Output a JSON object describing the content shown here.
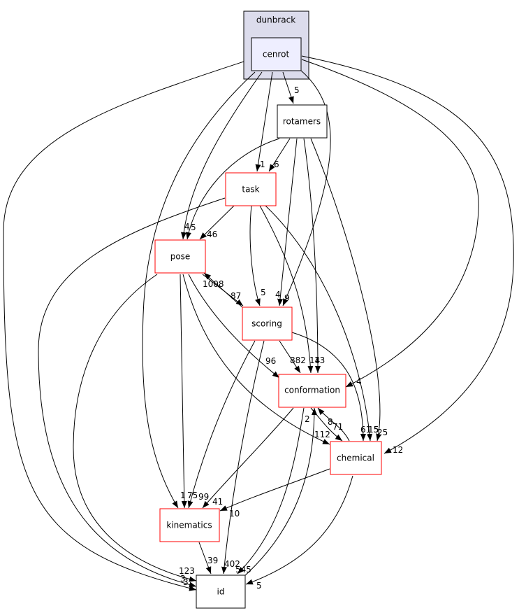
{
  "cluster": {
    "label": "dunbrack"
  },
  "nodes": {
    "cenrot": "cenrot",
    "rotamers": "rotamers",
    "task": "task",
    "pose": "pose",
    "scoring": "scoring",
    "conformation": "conformation",
    "chemical": "chemical",
    "kinematics": "kinematics",
    "id": "id"
  },
  "edge_labels": {
    "cenrot_rotamers": "5",
    "cenrot_task": "1",
    "rotamers_task": "6",
    "cenrot_pose": "4",
    "rotamers_pose": "5",
    "task_pose": "46",
    "pose_scoring": "87",
    "scoring_pose": "1008",
    "task_scoring": "5",
    "rotamers_scoring": "4",
    "cenrot_scoring": "9",
    "scoring_conformation": "882",
    "task_conformation": "14",
    "rotamers_conformation": "13",
    "cenrot_conformation": "4",
    "pose_conformation": "96",
    "chemical_conformation": "8",
    "conformation_chemical": "71",
    "pose_chemical": "112",
    "scoring_chemical": "61",
    "task_chemical": "15",
    "rotamers_chemical": "5",
    "cenrot_chemical": "25",
    "cenrot_chemical_12": "12",
    "cenrot_kinematics": "1",
    "pose_kinematics": "75",
    "scoring_kinematics": "99",
    "conformation_kinematics": "41",
    "chemical_kinematics": "10",
    "kinematics_id": "39",
    "pose_id": "123",
    "task_id": "3",
    "cenrot_id": "3",
    "scoring_id": "402",
    "conformation_id": "545",
    "id_conformation": "2",
    "chemical_id": "5"
  }
}
